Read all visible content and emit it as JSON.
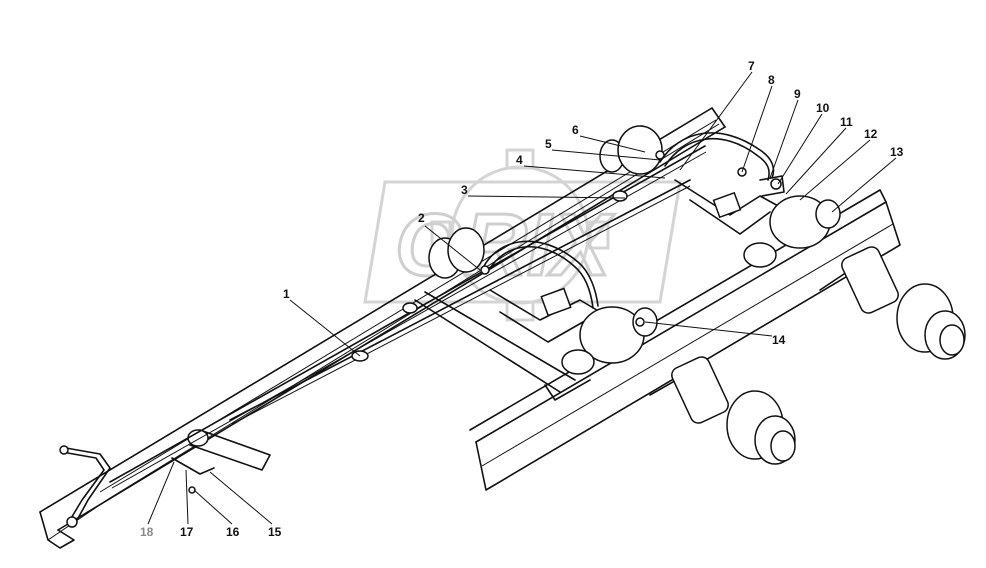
{
  "watermark": {
    "text": "ORIX"
  },
  "callouts": [
    "1",
    "2",
    "3",
    "4",
    "5",
    "6",
    "7",
    "8",
    "9",
    "10",
    "11",
    "12",
    "13",
    "14",
    "15",
    "16",
    "17",
    "18"
  ]
}
